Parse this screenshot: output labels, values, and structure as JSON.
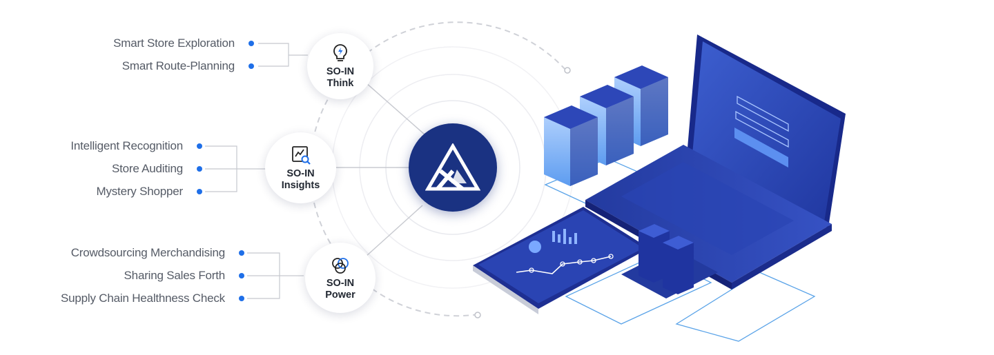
{
  "hub": {
    "logo": "sx-logo-icon"
  },
  "groups": [
    {
      "key": "think",
      "title_line1": "SO-IN",
      "title_line2": "Think",
      "icon": "lightbulb-bolt-icon",
      "items": [
        "Smart Store Exploration",
        "Smart Route-Planning"
      ]
    },
    {
      "key": "insights",
      "title_line1": "SO-IN",
      "title_line2": "Insights",
      "icon": "chart-search-icon",
      "items": [
        "Intelligent Recognition",
        "Store Auditing",
        "Mystery Shopper"
      ]
    },
    {
      "key": "power",
      "title_line1": "SO-IN",
      "title_line2": "Power",
      "icon": "interlinked-rings-icon",
      "items": [
        "Crowdsourcing Merchandising",
        "Sharing Sales Forth",
        "Supply Chain Healthness Check"
      ]
    }
  ],
  "colors": {
    "accent": "#1f6fe8",
    "hub": "#1a3282",
    "device": "#2946a8"
  }
}
